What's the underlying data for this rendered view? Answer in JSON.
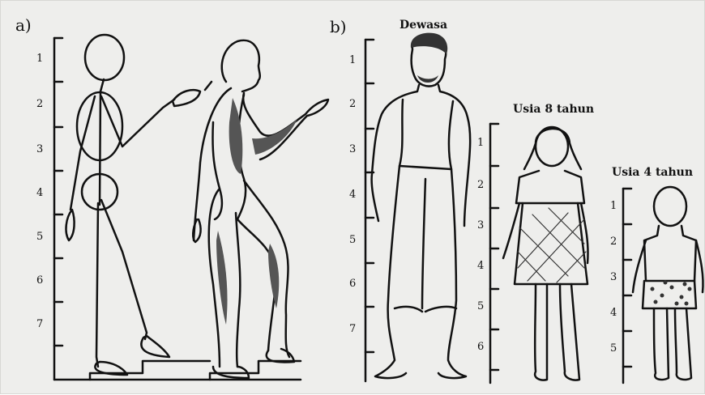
{
  "panel_a": {
    "label": "a)",
    "scale_ticks": [
      "1",
      "2",
      "3",
      "4",
      "5",
      "6",
      "7"
    ]
  },
  "panel_b": {
    "label": "b)",
    "figures": [
      {
        "title": "Dewasa",
        "scale_ticks": [
          "1",
          "2",
          "3",
          "4",
          "5",
          "6",
          "7"
        ]
      },
      {
        "title": "Usia 8 tahun",
        "scale_ticks": [
          "1",
          "2",
          "3",
          "4",
          "5",
          "6"
        ]
      },
      {
        "title": "Usia 4 tahun",
        "scale_ticks": [
          "1",
          "2",
          "3",
          "4",
          "5"
        ]
      }
    ]
  },
  "colors": {
    "background": "#eeeeec",
    "ink": "#111111",
    "shade": "#555555"
  }
}
